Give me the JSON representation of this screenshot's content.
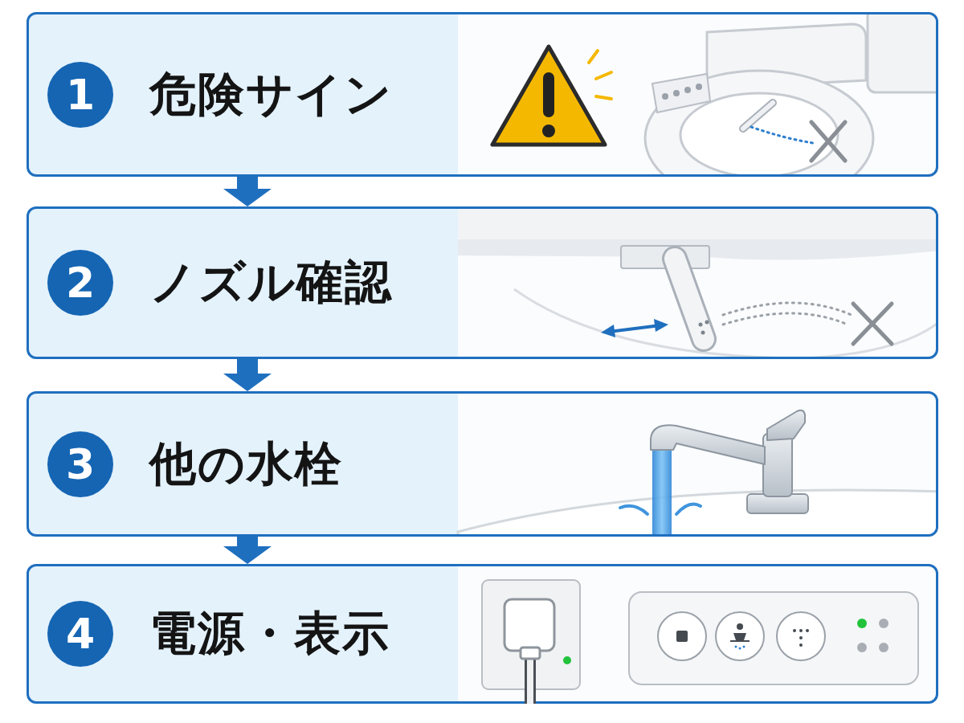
{
  "diagram": {
    "nodes": [
      {
        "text": [
          "危険サイン"
        ]
      },
      {
        "text": [
          "1"
        ],
        "in": 0
      },
      {
        "text": [
          "ノズル確認"
        ]
      },
      {
        "text": [
          "2"
        ],
        "in": 2
      },
      {
        "text": [
          "他の水栓"
        ]
      },
      {
        "text": [
          "3"
        ],
        "in": 4
      },
      {
        "text": [
          "電源・表示"
        ]
      },
      {
        "text": [
          "4"
        ],
        "in": 6
      }
    ],
    "edges": [
      {
        "from": 0,
        "to": 2,
        "arrow": "to"
      },
      {
        "from": 2,
        "to": 4,
        "arrow": "to"
      },
      {
        "from": 4,
        "to": 6,
        "arrow": "to"
      }
    ]
  }
}
